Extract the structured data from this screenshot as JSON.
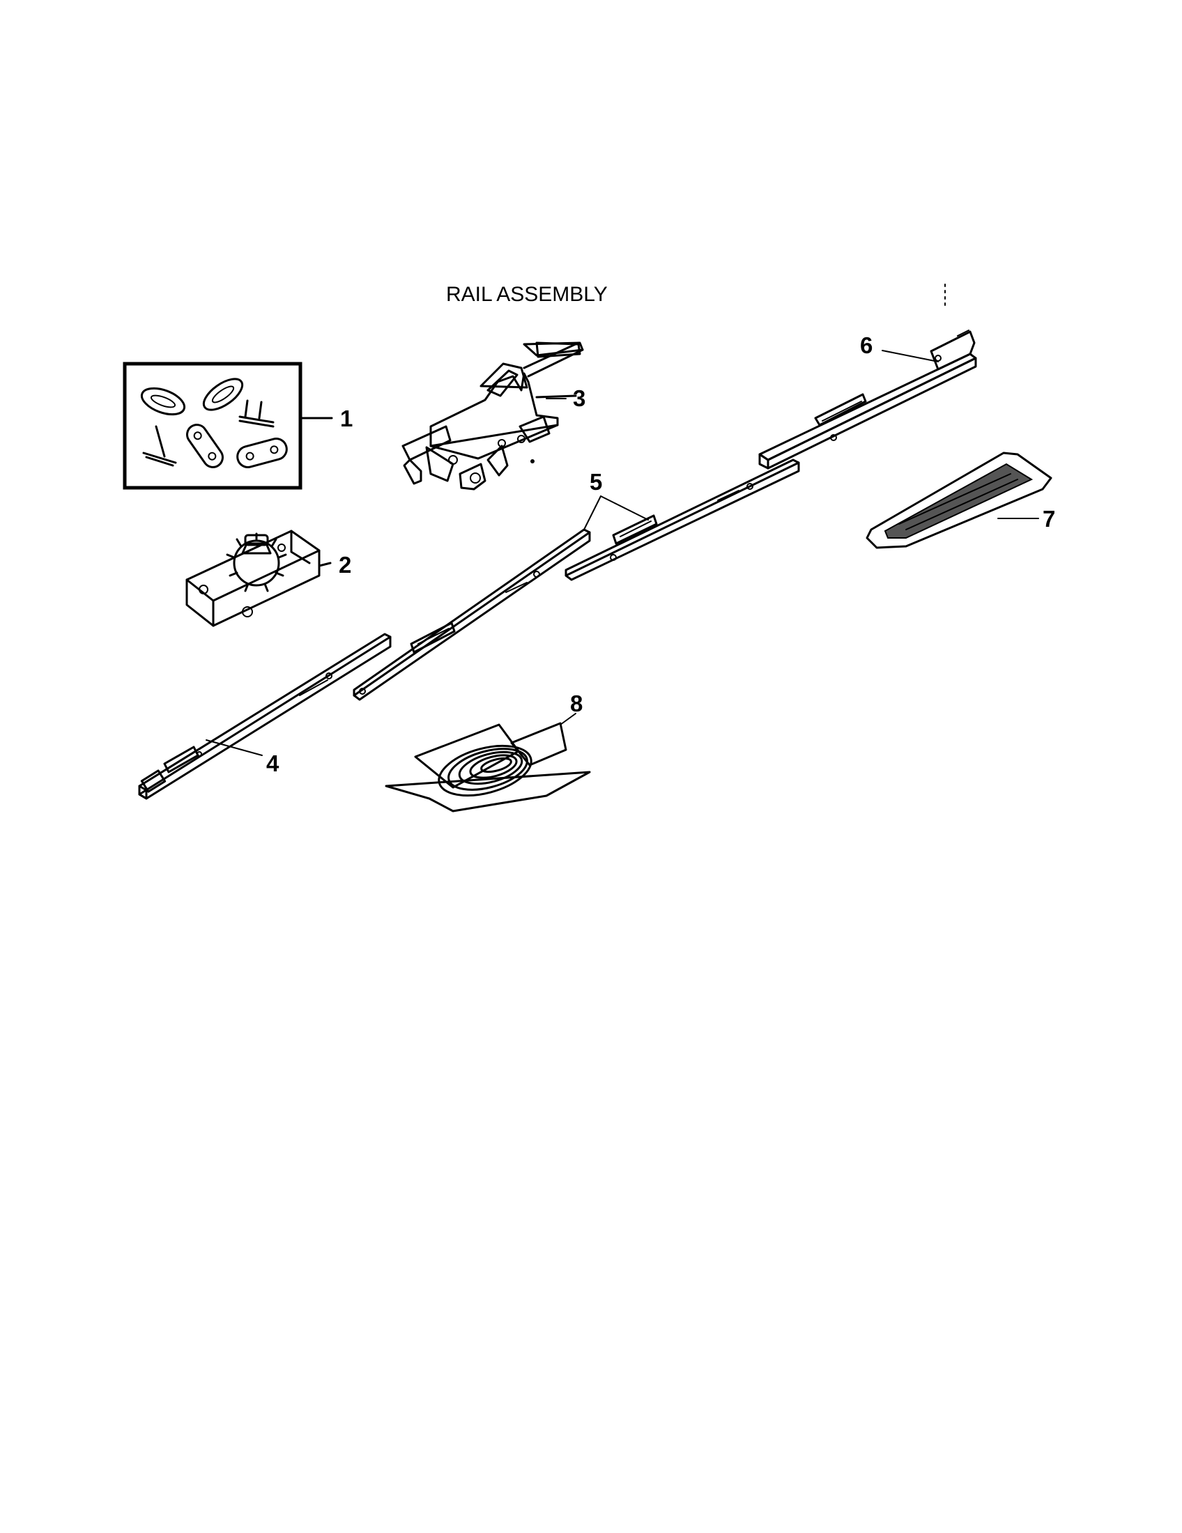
{
  "diagram": {
    "title": "RAIL ASSEMBLY",
    "callouts": [
      {
        "label": "1"
      },
      {
        "label": "2"
      },
      {
        "label": "3"
      },
      {
        "label": "4"
      },
      {
        "label": "5"
      },
      {
        "label": "6"
      },
      {
        "label": "7"
      },
      {
        "label": "8"
      }
    ]
  }
}
